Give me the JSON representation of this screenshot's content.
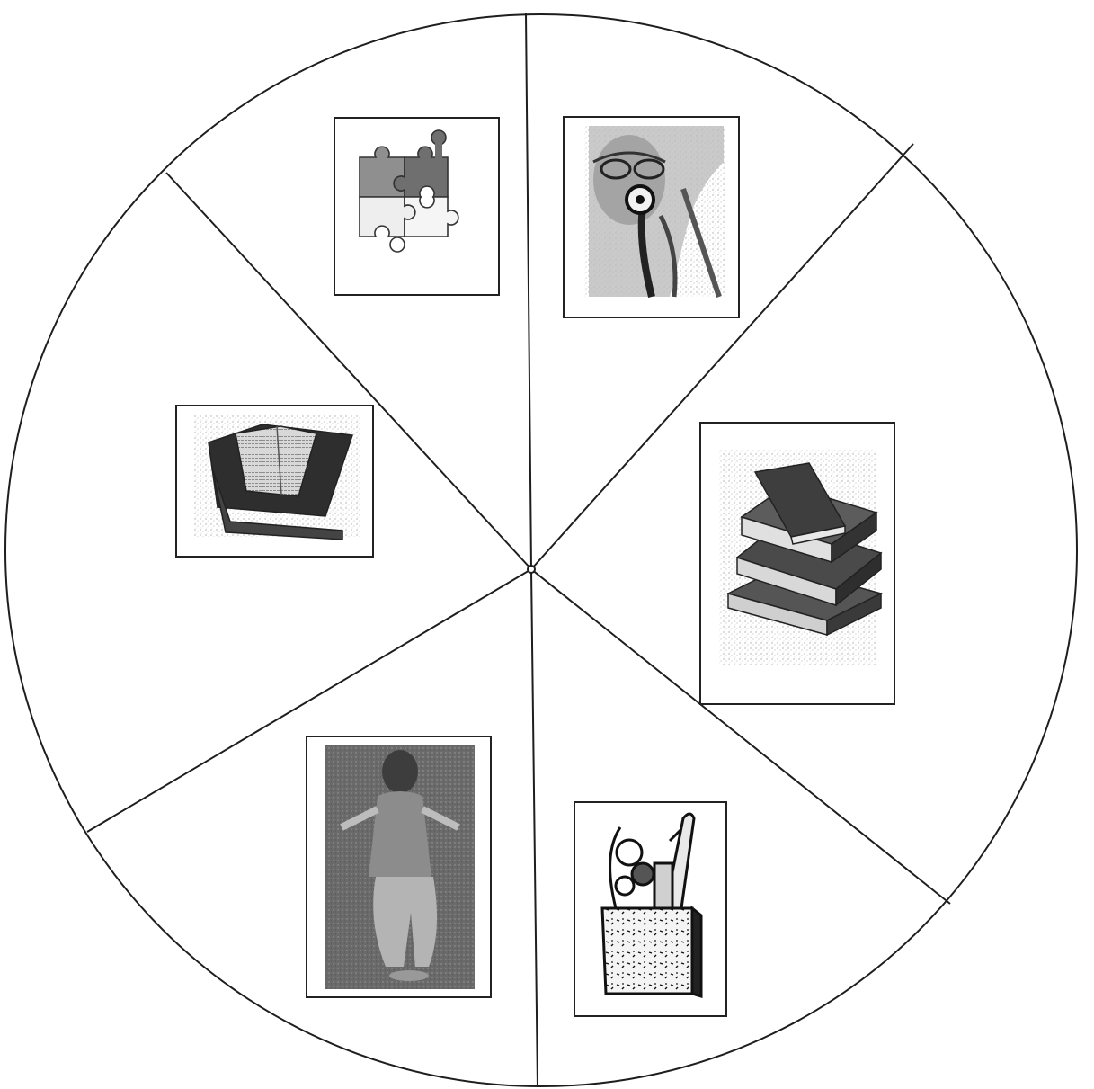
{
  "diagram": {
    "type": "circle divided into six segments, each holding one picture card",
    "segment_count": 6,
    "colors": {
      "background": "#ffffff",
      "line": "#1e1e1e",
      "card_border": "#222222",
      "photo_gray": "#8a8a8a",
      "photo_dark": "#3a3a3a"
    },
    "segments": [
      {
        "id": "top-left",
        "picture": "jigsaw-puzzle-pieces-icon"
      },
      {
        "id": "top-right",
        "picture": "doctor-with-stethoscope-icon"
      },
      {
        "id": "right",
        "picture": "stack-of-books-icon"
      },
      {
        "id": "bottom-right",
        "picture": "grocery-bag-icon"
      },
      {
        "id": "bottom-left",
        "picture": "standing-person-icon"
      },
      {
        "id": "left",
        "picture": "open-book-icon"
      }
    ]
  }
}
